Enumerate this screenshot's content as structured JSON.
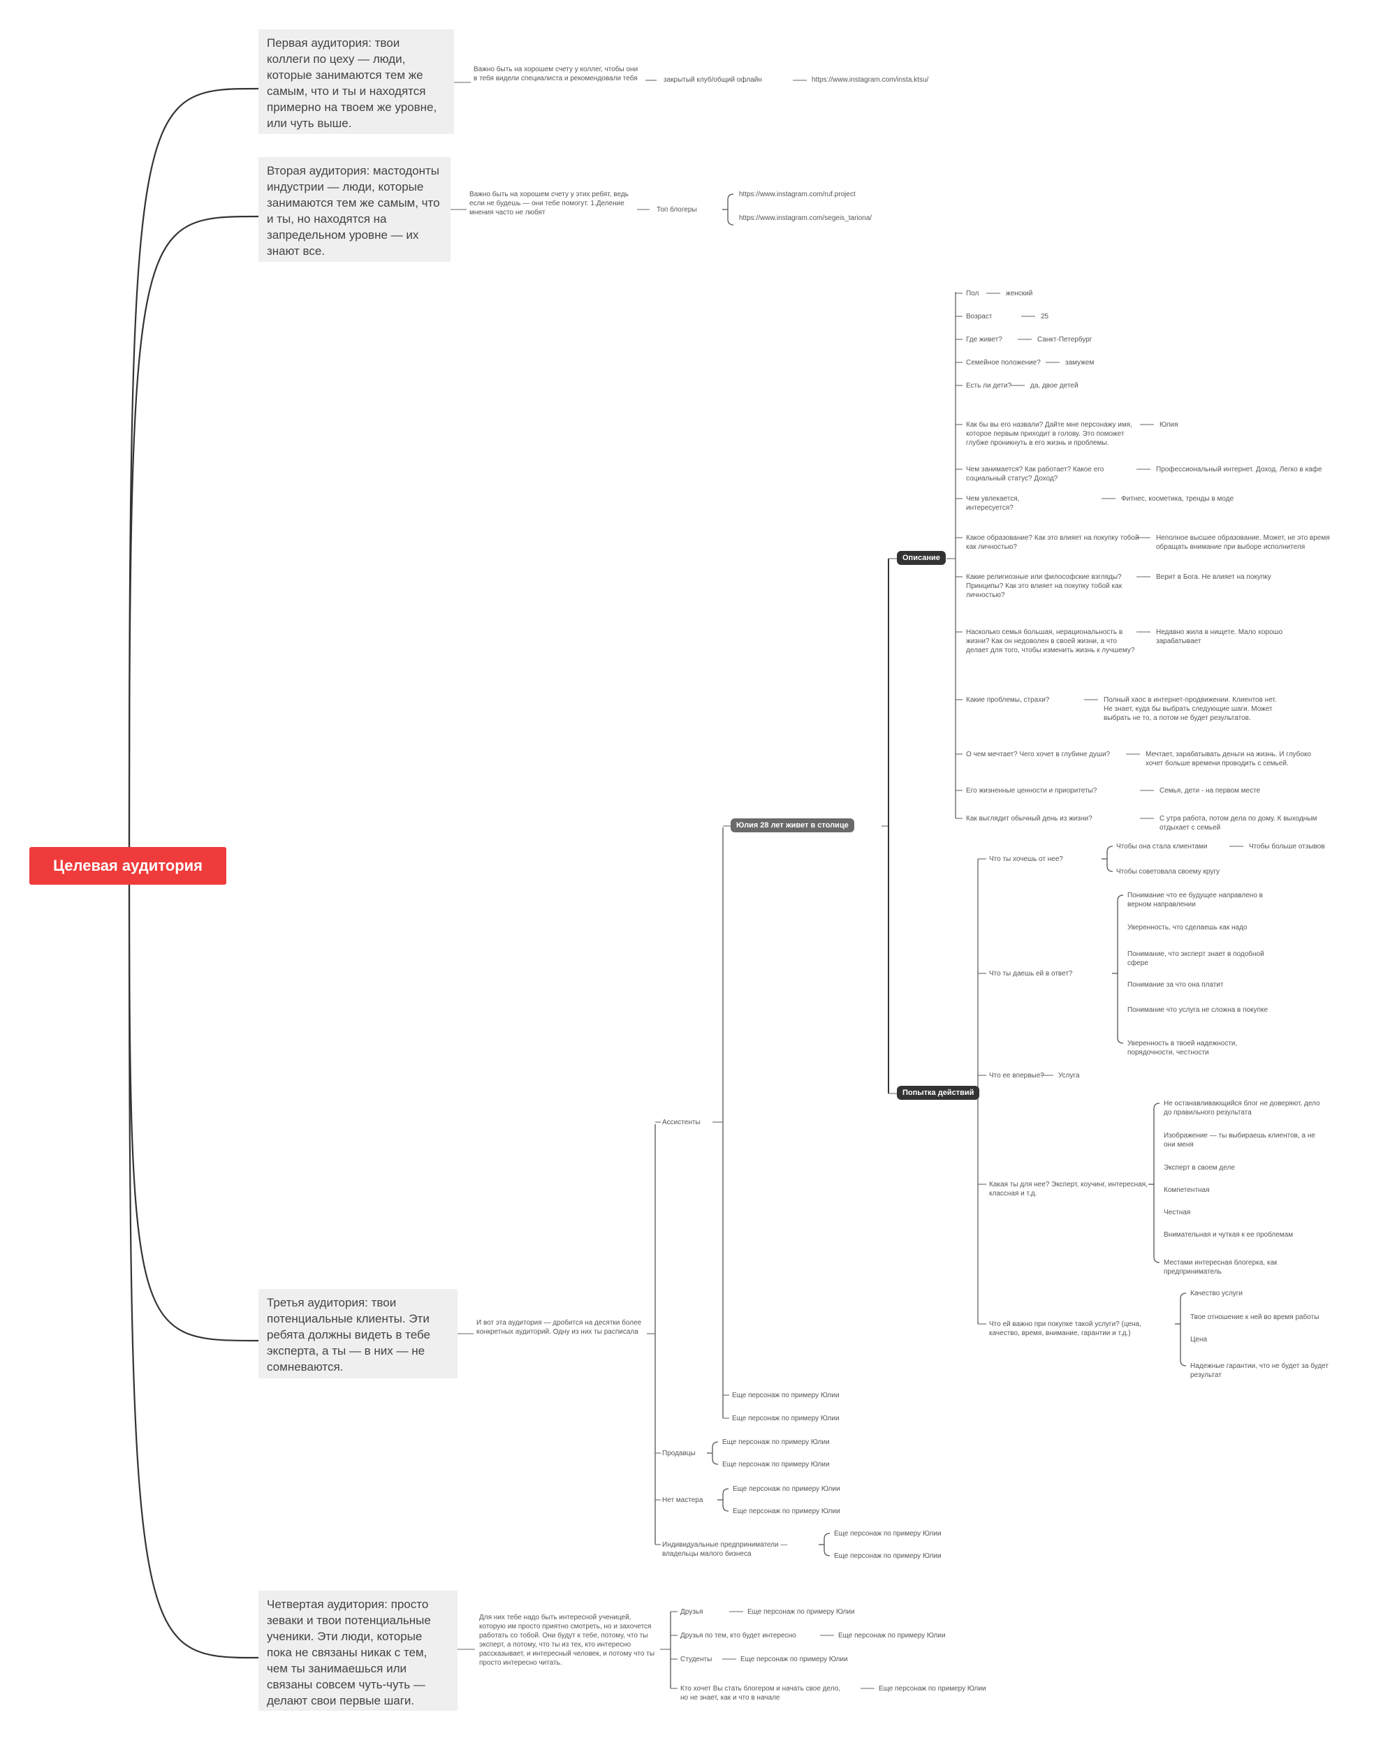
{
  "root": {
    "label": "Целевая аудитория"
  },
  "audiences": [
    {
      "label": "Первая аудитория: твои коллеги по цеху — люди, которые занимаются тем же самым, что и ты и находятся примерно на твоем же уровне, или чуть выше.",
      "note": "Важно быть на хорошем счету у коллег, чтобы они в тебя видели специалиста и рекомендовали тебя",
      "children": [
        {
          "label": "закрытый клуб/общий офлайн",
          "children": [
            {
              "label": "https://www.instagram.com/insta.ktsu/"
            }
          ]
        }
      ]
    },
    {
      "label": "Вторая аудитория: мастодонты индустрии — люди, которые занимаются тем же самым, что и ты, но находятся на запредельном уровне — их знают все.",
      "note": "Важно быть на хорошем счету у этих ребят, ведь если не будешь — они тебе помогут. 1.Деление мнения часто не любят",
      "children": [
        {
          "label": "Топ блогеры",
          "children": [
            {
              "label": "https://www.instagram.com/ruf.project"
            },
            {
              "label": "https://www.instagram.com/segeis_tariona/"
            }
          ]
        }
      ]
    },
    {
      "label": "Третья аудитория: твои потенциальные клиенты. Эти ребята должны видеть в тебе эксперта, а ты — в них — не сомневаются.",
      "note": "И вот эта аудитория — дробится на десятки более конкретных аудиторий. Одну из них ты расписала",
      "children": [
        {
          "label": "Ассистенты",
          "children": [
            {
              "label": "Юлия 28 лет живет в столице",
              "children": [
                {
                  "label": "Описание",
                  "children": [
                    {
                      "label": "Пол",
                      "value": "женский"
                    },
                    {
                      "label": "Возраст",
                      "value": "25"
                    },
                    {
                      "label": "Где живет?",
                      "value": "Санкт-Петербург"
                    },
                    {
                      "label": "Семейное положение?",
                      "value": "замужем"
                    },
                    {
                      "label": "Есть ли дети?",
                      "value": "да, двое детей"
                    },
                    {
                      "label": "Как бы вы его назвали? Дайте мне персонажу имя, которое первым приходит в голову. Это поможет глубже проникнуть в его жизнь и проблемы.",
                      "value": "Юлия"
                    },
                    {
                      "label": "Чем занимается? Как работает? Какое его социальный статус? Доход?",
                      "value": "Профессиональный интернет. Доход. Легко в кафе"
                    },
                    {
                      "label": "Чем увлекается, интересуется?",
                      "value": "Фитнес, косметика, тренды в моде"
                    },
                    {
                      "label": "Какое образование? Как это влияет на покупку тобой как личностью?",
                      "value": "Неполное высшее образование. Может, не это время обращать внимание при выборе исполнителя"
                    },
                    {
                      "label": "Какие религиозные или философские взгляды? Принципы? Как это влияет на покупку тобой как личностью?",
                      "value": "Верит в Бога. Не влияет на покупку"
                    },
                    {
                      "label": "Насколько семья большая, нерациональность в жизни? Как он недоволен в своей жизни, а что делает для того, чтобы изменить жизнь к лучшему?",
                      "value": "Недавно жила в нищете. Мало хорошо зарабатывает"
                    },
                    {
                      "label": "Какие проблемы, страхи?",
                      "value": "Полный хаос в интернет-продвижении. Клиентов нет. Не знает, куда бы выбрать следующие шаги. Может выбрать не то, а потом не будет результатов."
                    },
                    {
                      "label": "О чем мечтает? Чего хочет в глубине души?",
                      "value": "Мечтает, зарабатывать деньги на жизнь. И глубоко хочет больше времени проводить с семьей."
                    },
                    {
                      "label": "Его жизненные ценности и приоритеты?",
                      "value": "Семья, дети - на первом месте"
                    },
                    {
                      "label": "Как выглядит обычный день из жизни?",
                      "value": "С утра работа, потом дела по дому. К выходным отдыхает с семьей"
                    }
                  ]
                },
                {
                  "label": "Попытка действий",
                  "children": [
                    {
                      "label": "Что ты хочешь от нее?",
                      "children": [
                        {
                          "label": "Чтобы она стала клиентами",
                          "value": "Чтобы больше отзывов"
                        },
                        {
                          "label": "Чтобы советовала своему кругу"
                        }
                      ]
                    },
                    {
                      "label": "Что ты даешь ей в ответ?",
                      "children": [
                        {
                          "label": "Понимание что ее будущее направлено в верном направлении"
                        },
                        {
                          "label": "Уверенность, что сделаешь как надо"
                        },
                        {
                          "label": "Понимание, что эксперт знает в подобной сфере"
                        },
                        {
                          "label": "Понимание за что она платит"
                        },
                        {
                          "label": "Понимание что услуга не сложна в покупке"
                        },
                        {
                          "label": "Уверенность в твоей надежности, порядочности, честности"
                        }
                      ]
                    },
                    {
                      "label": "Что ее впервые?",
                      "value": "Услуга"
                    },
                    {
                      "label": "Какая ты для нее? Эксперт, коучинг, интересная, классная и т.д.",
                      "children": [
                        {
                          "label": "Не останавливающийся блог не доверяют, дело до правильного результата"
                        },
                        {
                          "label": "Изображение — ты выбираешь клиентов, а не они меня"
                        },
                        {
                          "label": "Эксперт в своем деле"
                        },
                        {
                          "label": "Компетентная"
                        },
                        {
                          "label": "Честная"
                        },
                        {
                          "label": "Внимательная и чуткая к ее проблемам"
                        },
                        {
                          "label": "Местами интересная блогерка, как предприниматель"
                        }
                      ]
                    },
                    {
                      "label": "Что ей важно при покупке такой услуги? (цена, качество, время, внимание, гарантии и т.д.)",
                      "children": [
                        {
                          "label": "Качество услуги"
                        },
                        {
                          "label": "Твое отношение к ней во время работы"
                        },
                        {
                          "label": "Цена"
                        },
                        {
                          "label": "Надежные гарантии, что не будет за будет результат"
                        }
                      ]
                    }
                  ]
                }
              ]
            },
            {
              "label": "Еще персонаж по примеру Юлии"
            },
            {
              "label": "Еще персонаж по примеру Юлии"
            }
          ]
        },
        {
          "label": "Продавцы",
          "children": [
            {
              "label": "Еще персонаж по примеру Юлии"
            },
            {
              "label": "Еще персонаж по примеру Юлии"
            }
          ]
        },
        {
          "label": "Нет мастера",
          "children": [
            {
              "label": "Еще персонаж по примеру Юлии"
            },
            {
              "label": "Еще персонаж по примеру Юлии"
            }
          ]
        },
        {
          "label": "Индивидуальные предприниматели — владельцы малого бизнеса",
          "children": [
            {
              "label": "Еще персонаж по примеру Юлии"
            },
            {
              "label": "Еще персонаж по примеру Юлии"
            }
          ]
        }
      ]
    },
    {
      "label": "Четвертая аудитория: просто зеваки и твои потенциальные ученики. Эти люди, которые пока не связаны никак с тем, чем ты занимаешься или связаны совсем чуть-чуть — делают свои первые шаги.",
      "note": "Для них тебе надо быть интересной ученицей, которую им просто приятно смотреть, но и захочется работать со тобой. Они будут к тебе, потому, что ты эксперт, а потому, что ты из тех, кто интересно рассказывает, и интересный человек, и потому что ты просто интересно читать.",
      "children": [
        {
          "label": "Друзья",
          "value": "Еще персонаж по примеру Юлии"
        },
        {
          "label": "Друзья по тем, кто будет интересно",
          "value": "Еще персонаж по примеру Юлии"
        },
        {
          "label": "Студенты",
          "value": "Еще персонаж по примеру Юлии"
        },
        {
          "label": "Кто хочет Вы стать блогером и начать свое дело, но не знает, как и что в начале",
          "value": "Еще персонаж по примеру Юлии"
        }
      ]
    }
  ]
}
